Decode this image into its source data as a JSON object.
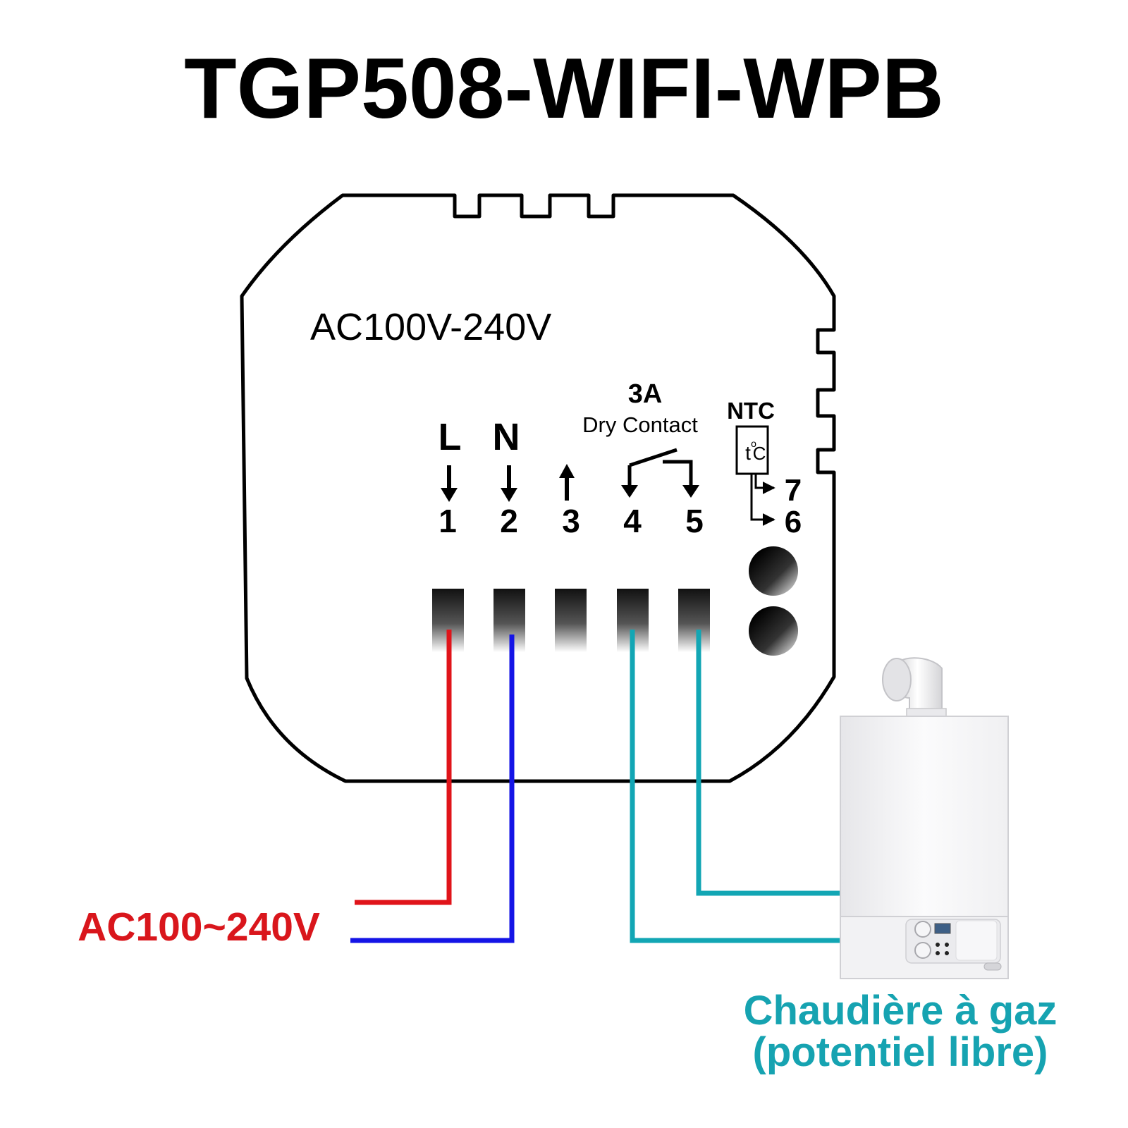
{
  "title": "TGP508-WIFI-WPB",
  "device": {
    "voltage_label": "AC100V-240V",
    "relay": {
      "rating": "3A",
      "type": "Dry Contact"
    },
    "ntc": {
      "label": "NTC",
      "symbol_t": "t",
      "symbol_deg": "o",
      "symbol_c": "C"
    },
    "terminals": [
      {
        "number": "1",
        "letter": "L",
        "direction": "down"
      },
      {
        "number": "2",
        "letter": "N",
        "direction": "down"
      },
      {
        "number": "3",
        "letter": "",
        "direction": "up"
      },
      {
        "number": "4",
        "letter": "",
        "direction": "relay"
      },
      {
        "number": "5",
        "letter": "",
        "direction": "relay"
      },
      {
        "number": "7",
        "letter": "",
        "direction": "ntc"
      },
      {
        "number": "6",
        "letter": "",
        "direction": "ntc"
      }
    ]
  },
  "supply": {
    "label": "AC100~240V"
  },
  "boiler": {
    "line1": "Chaudière à gaz",
    "line2": "(potentiel libre)"
  },
  "colors": {
    "outline": "#000000",
    "live_wire": "#e0141a",
    "neutral_wire": "#1414e6",
    "contact_wire": "#12a6b4",
    "supply_text": "#d9161c",
    "boiler_text": "#16a3b1"
  }
}
